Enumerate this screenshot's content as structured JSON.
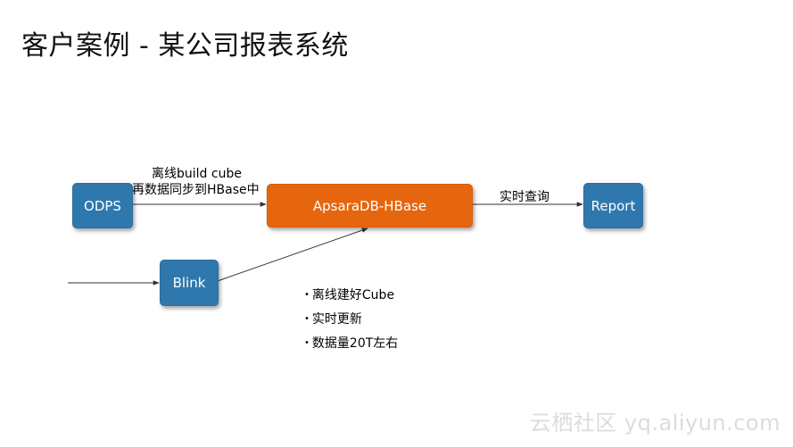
{
  "slide": {
    "title": "客户案例 - 某公司报表系统"
  },
  "nodes": {
    "odps": "ODPS",
    "hbase": "ApsaraDB-HBase",
    "report": "Report",
    "blink": "Blink"
  },
  "edges": {
    "odps_to_hbase_line1": "离线build cube",
    "odps_to_hbase_line2": "再数据同步到HBase中",
    "hbase_to_report": "实时查询"
  },
  "notes": [
    "离线建好Cube",
    "实时更新",
    "数据量20T左右"
  ],
  "watermark": "云栖社区 yq.aliyun.com",
  "colors": {
    "node_blue": "#2f78ad",
    "node_orange": "#e5660e"
  }
}
